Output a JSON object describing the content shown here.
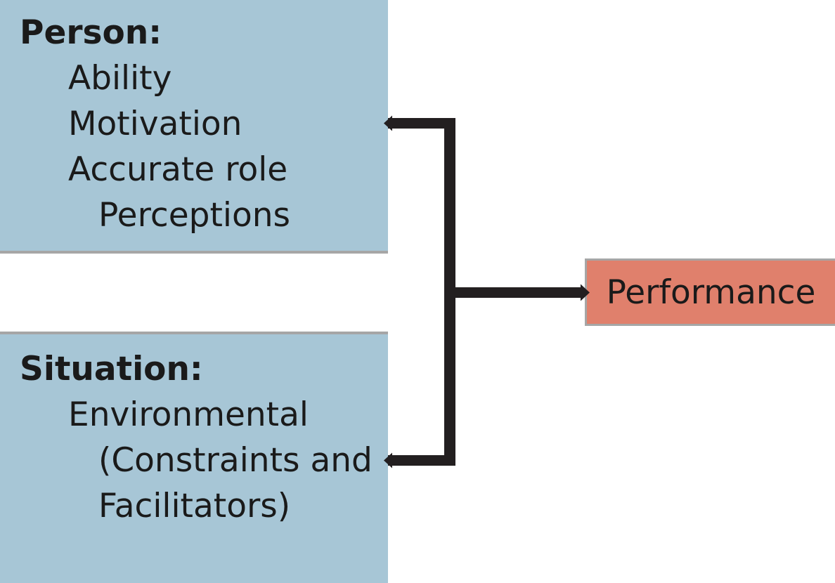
{
  "figure": {
    "person_box": {
      "title": "Person:",
      "lines": [
        {
          "text": "Ability",
          "indent": 1
        },
        {
          "text": "Motivation",
          "indent": 1
        },
        {
          "text": "Accurate role",
          "indent": 1
        },
        {
          "text": "Perceptions",
          "indent": 2
        }
      ]
    },
    "situation_box": {
      "title": "Situation:",
      "lines": [
        {
          "text": "Environmental",
          "indent": 1
        },
        {
          "text": "(Constraints and",
          "indent": 2
        },
        {
          "text": "Facilitators)",
          "indent": 2
        }
      ]
    },
    "performance_box": {
      "label": "Performance"
    },
    "colors": {
      "box_fill_blue": "#a7c6d6",
      "box_fill_salmon": "#e0806c",
      "box_border_gray": "#a6a6a6",
      "connector_black": "#231f20",
      "text_black": "#1a1a1a"
    }
  }
}
